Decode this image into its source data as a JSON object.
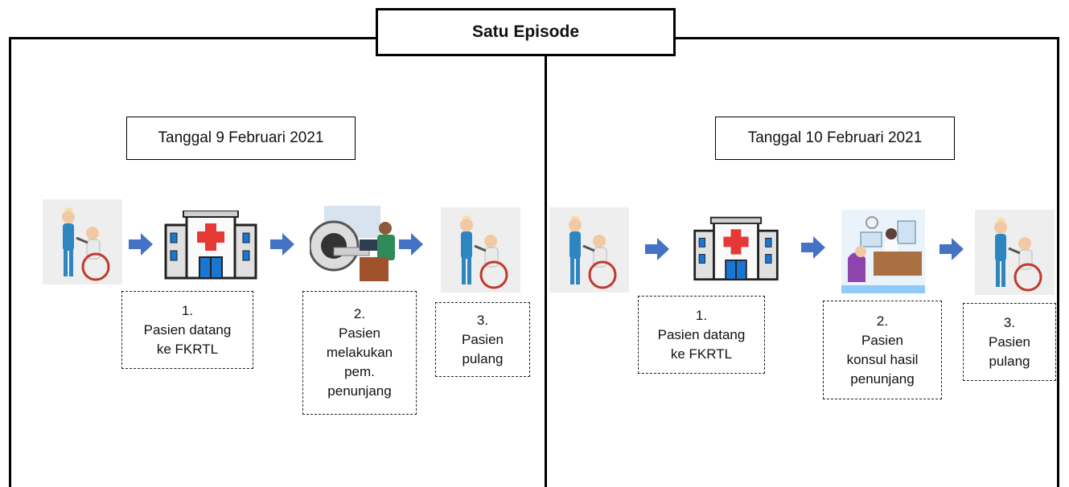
{
  "title": "Satu Episode",
  "left": {
    "date": "Tanggal 9 Februari 2021",
    "steps": [
      {
        "text": "1.\nPasien datang\nke FKRTL"
      },
      {
        "text": "2.\nPasien\nmelakukan\npem.\npenunjang"
      },
      {
        "text": "3.\nPasien\npulang"
      }
    ]
  },
  "right": {
    "date": "Tanggal 10 Februari 2021",
    "steps": [
      {
        "text": "1.\nPasien datang\nke FKRTL"
      },
      {
        "text": "2.\nPasien\nkonsul hasil\npenunjang"
      },
      {
        "text": "3.\nPasien\npulang"
      }
    ]
  },
  "icons": {
    "patient": "wheelchair-patient-icon",
    "hospital": "hospital-icon",
    "scanner": "mri-scanner-icon",
    "doctor": "doctor-consultation-icon",
    "arrow": "arrow-right-icon"
  },
  "colors": {
    "arrow": "#4472c4",
    "hospital_cross": "#e53935",
    "hospital_window": "#1976d2"
  }
}
